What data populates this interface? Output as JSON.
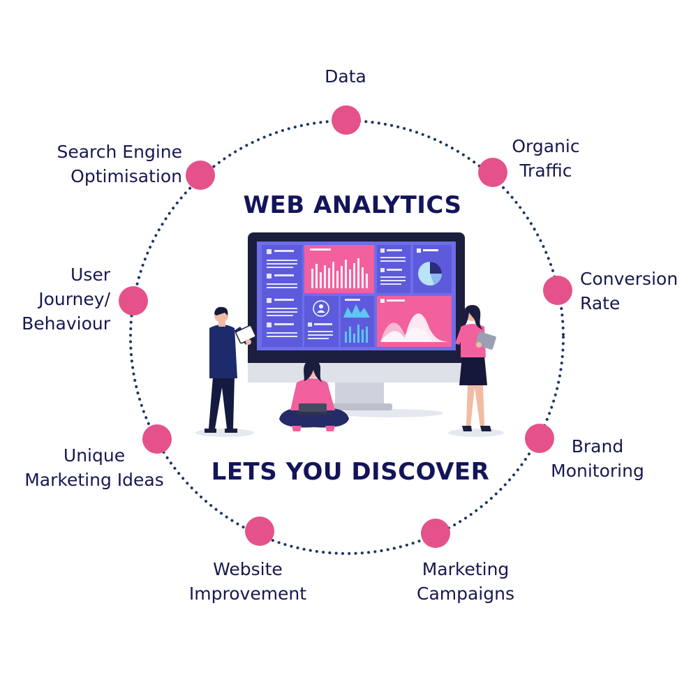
{
  "diagram": {
    "title": "WEB ANALYTICS",
    "subtitle": "LETS YOU DISCOVER",
    "nodes": [
      {
        "id": "data",
        "lines": [
          "Data"
        ]
      },
      {
        "id": "organic-traffic",
        "lines": [
          "Organic",
          "Traffic"
        ]
      },
      {
        "id": "conversion-rate",
        "lines": [
          "Conversion",
          "Rate"
        ]
      },
      {
        "id": "brand-monitoring",
        "lines": [
          "Brand",
          "Monitoring"
        ]
      },
      {
        "id": "marketing-campaigns",
        "lines": [
          "Marketing",
          "Campaigns"
        ]
      },
      {
        "id": "website-improvement",
        "lines": [
          "Website",
          "Improvement"
        ]
      },
      {
        "id": "unique-marketing-ideas",
        "lines": [
          "Unique",
          "Marketing Ideas"
        ]
      },
      {
        "id": "user-journey",
        "lines": [
          "User",
          "Journey/",
          "Behaviour"
        ]
      },
      {
        "id": "seo",
        "lines": [
          "Search Engine",
          "Optimisation"
        ]
      }
    ],
    "colors": {
      "node": "#e5528b",
      "ring": "#1b3563",
      "text": "#16184f",
      "accent_blue": "#5b5ae8",
      "accent_pink": "#f2609e"
    }
  }
}
